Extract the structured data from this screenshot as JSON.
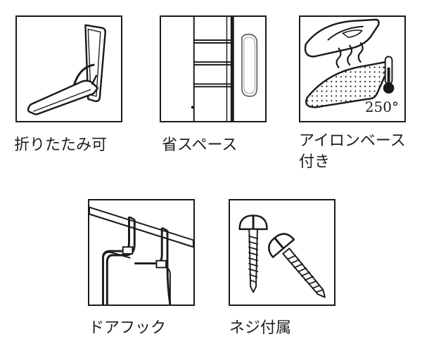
{
  "features": [
    {
      "id": "foldable",
      "icon": "folding-ironing-board-icon",
      "label": "折りたたみ可"
    },
    {
      "id": "space-saving",
      "icon": "space-saving-cabinet-icon",
      "label": "省スペース"
    },
    {
      "id": "iron-base",
      "icon": "iron-on-base-icon",
      "label_lines": [
        "アイロンベース",
        "付き"
      ],
      "temperature_text": "250°"
    },
    {
      "id": "door-hook",
      "icon": "door-hook-icon",
      "label": "ドアフック"
    },
    {
      "id": "screws",
      "icon": "screws-icon",
      "label": "ネジ付属"
    }
  ],
  "colors": {
    "stroke": "#1a1a1a",
    "text": "#1e1e1e",
    "background": "#ffffff"
  }
}
